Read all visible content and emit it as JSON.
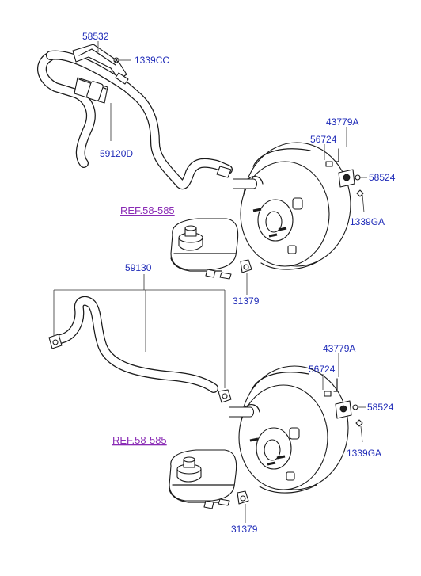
{
  "labels": {
    "p58532": "58532",
    "p1339CC": "1339CC",
    "p59120D": "59120D",
    "p43779A_top": "43779A",
    "p56724_top": "56724",
    "p58524_top": "58524",
    "p1339GA_top": "1339GA",
    "ref_top": "REF.58-585",
    "p59130": "59130",
    "p31379_top": "31379",
    "p43779A_bot": "43779A",
    "p56724_bot": "56724",
    "p58524_bot": "58524",
    "p1339GA_bot": "1339GA",
    "ref_bot": "REF.58-585",
    "p31379_bot": "31379"
  }
}
